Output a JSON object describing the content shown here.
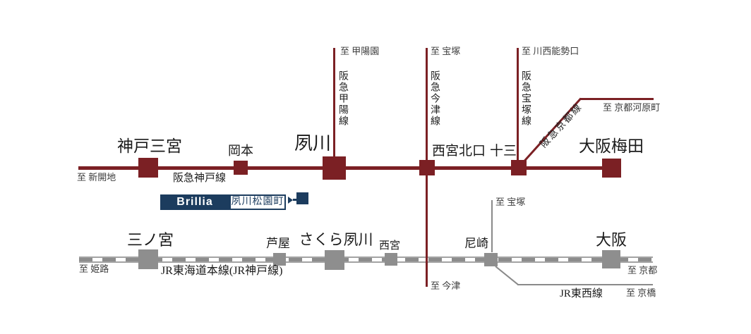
{
  "colors": {
    "hankyu_red": "#7b2024",
    "jr_gray": "#8e8e8e",
    "jr_rail_gray": "#a3a3a3",
    "brand_navy": "#1c3c5e",
    "to_label_gray": "#3c3c3c",
    "station_text": "#1a1a1a"
  },
  "hankyu_line": {
    "name": "阪急神戸線",
    "terminus_left": "至 新開地",
    "stations": [
      {
        "name": "神戸三宮"
      },
      {
        "name": "岡本"
      },
      {
        "name": "夙川"
      },
      {
        "name": "西宮北口"
      },
      {
        "name": "十三"
      },
      {
        "name": "大阪梅田"
      }
    ],
    "branches": [
      {
        "name": "阪急甲陽線",
        "to": "至 甲陽園"
      },
      {
        "name": "阪急今津線",
        "to_north": "至 宝塚",
        "to_south": "至 今津"
      },
      {
        "name": "阪急宝塚線",
        "to": "至 川西能勢口"
      },
      {
        "name": "阪急京都線",
        "to": "至 京都河原町"
      }
    ]
  },
  "jr_line": {
    "name": "JR東海道本線(JR神戸線)",
    "terminus_left": "至 姫路",
    "terminus_right": "至 京都",
    "takarazuka_to": "至 宝塚",
    "stations": [
      {
        "name": "三ノ宮"
      },
      {
        "name": "芦屋"
      },
      {
        "name": "さくら夙川"
      },
      {
        "name": "西宮"
      },
      {
        "name": "尼崎"
      },
      {
        "name": "大阪"
      }
    ],
    "tozai": {
      "name": "JR東西線",
      "to": "至 京橋"
    }
  },
  "callout": {
    "brand": "Brillia",
    "property": "夙川松園町"
  }
}
